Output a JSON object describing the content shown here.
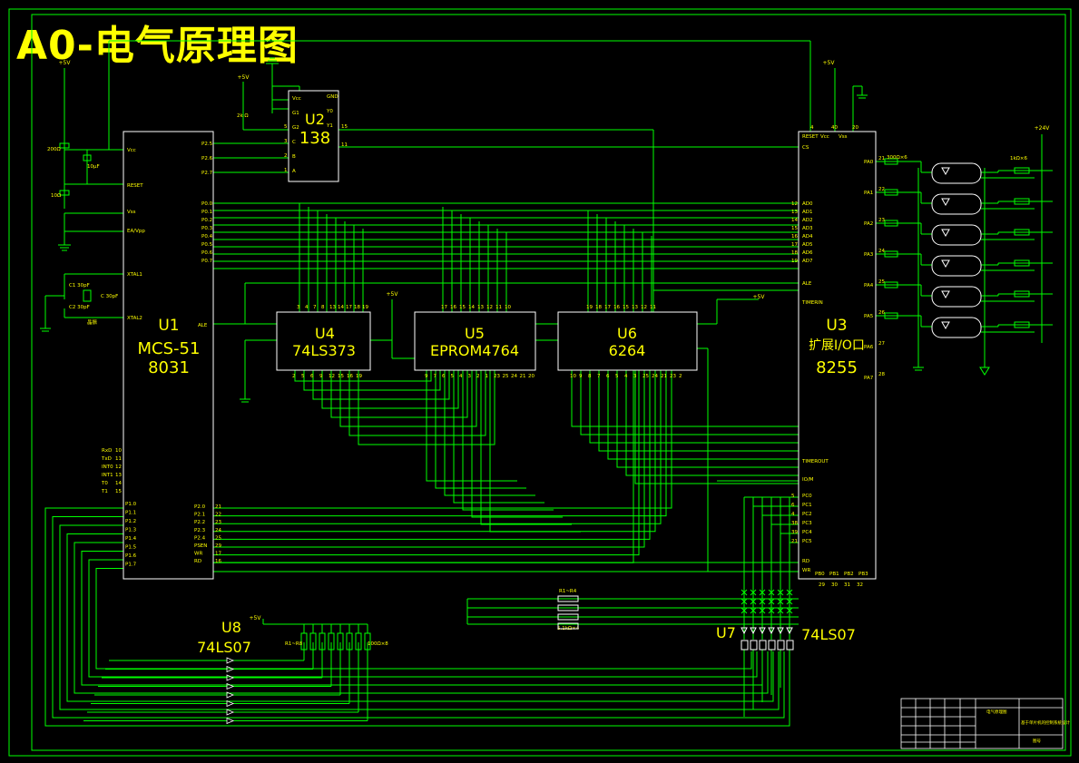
{
  "title": "A0-电气原理图",
  "colors": {
    "background": "#000000",
    "wire": "#00ff00",
    "chip_label": "#ffff00",
    "frame": "#00ff00",
    "box": "#ffffff"
  },
  "chips": {
    "u1": {
      "ref": "U1",
      "name": "MCS-51",
      "part": "8031"
    },
    "u2": {
      "ref": "U2",
      "part": "138"
    },
    "u3": {
      "ref": "U3",
      "name": "扩展I/O口",
      "part": "8255"
    },
    "u4": {
      "ref": "U4",
      "part": "74LS373"
    },
    "u5": {
      "ref": "U5",
      "part": "EPROM4764"
    },
    "u6": {
      "ref": "U6",
      "part": "6264"
    },
    "u7": {
      "ref": "U7",
      "part": "74LS07"
    },
    "u8": {
      "ref": "U8",
      "part": "74LS07"
    }
  },
  "supply": {
    "vcc": "+5V",
    "vcc24": "+24V"
  },
  "u1_pins": {
    "vcc": "Vcc",
    "reset": "RESET",
    "vss": "Vss",
    "ea": "EA/Vpp",
    "xtal1": "XTAL1",
    "xtal2": "XTAL2",
    "ale": "ALE",
    "p2": [
      "P2.5",
      "P2.6",
      "P2.7"
    ],
    "p0": [
      "P0.0",
      "P0.1",
      "P0.2",
      "P0.3",
      "P0.4",
      "P0.5",
      "P0.6",
      "P0.7"
    ],
    "p3": [
      "RxD",
      "TxD",
      "INT0",
      "INT1",
      "T0",
      "T1"
    ],
    "p1": [
      "P1.0",
      "P1.1",
      "P1.2",
      "P1.3",
      "P1.4",
      "P1.5",
      "P1.6",
      "P1.7"
    ],
    "right_low": [
      "P2.0",
      "P2.1",
      "P2.2",
      "P2.3",
      "P2.4",
      "PSEN",
      "WR",
      "RD"
    ],
    "right_low_nums": [
      "21",
      "22",
      "23",
      "24",
      "25",
      "29",
      "17",
      "16"
    ]
  },
  "u2_pins": {
    "left": [
      "Vcc",
      "G1",
      "G2",
      "C",
      "B",
      "A"
    ],
    "right": [
      "GND",
      "Y0",
      "Y1"
    ],
    "left_nums": [
      "5",
      "3",
      "2",
      "1"
    ],
    "right_nums": [
      "15",
      "11"
    ]
  },
  "u3_pins": {
    "top": [
      "RESET",
      "Vcc",
      "Vss"
    ],
    "top_nums": [
      "4",
      "40",
      "20"
    ],
    "cs": "CS",
    "addr": [
      "AD0",
      "AD1",
      "AD2",
      "AD3",
      "AD4",
      "AD5",
      "AD6",
      "AD7"
    ],
    "addr_nums": [
      "12",
      "13",
      "14",
      "15",
      "16",
      "17",
      "18",
      "19"
    ],
    "ale": "ALE",
    "timerin": "TIMERIN",
    "timerout": "TIMEROUT",
    "io_m": "IO/M",
    "pc": [
      "PC0",
      "PC1",
      "PC2",
      "PC3",
      "PC4",
      "PC5"
    ],
    "pc_nums": [
      "5",
      "6",
      "4",
      "38",
      "39",
      "21"
    ],
    "rd": "RD",
    "wr": "WR",
    "pa": [
      "PA0",
      "PA1",
      "PA2",
      "PA3",
      "PA4",
      "PA5",
      "PA6",
      "PA7"
    ],
    "pa_nums": [
      "21",
      "22",
      "23",
      "24",
      "25",
      "26",
      "27",
      "28"
    ],
    "pb": [
      "PB0",
      "PB1",
      "PB2",
      "PB3"
    ],
    "pb_nums": [
      "29",
      "30",
      "31",
      "32"
    ]
  },
  "components": {
    "r_reset": "200Ω",
    "c_reset": "10μF",
    "r_pulldown": "10Ω",
    "c_xtal1": "C1 30pF",
    "c_xtal2": "C2 30pF",
    "c_xtal3": "C 30pF",
    "crystal": "晶振",
    "r_u2": "2k Ω",
    "r_opto_in": "300Ω×6",
    "r_opto_out": "1kΩ×6",
    "r_led": "5.1kΩ×4",
    "r_u8": "100Ω×8",
    "r_led_net": "R1~R4",
    "r_u8_net": "R1~R8"
  },
  "title_block": {
    "drawing_name": "电气原理图",
    "project": "基于单片机的控制系统设计",
    "number": "图号"
  }
}
